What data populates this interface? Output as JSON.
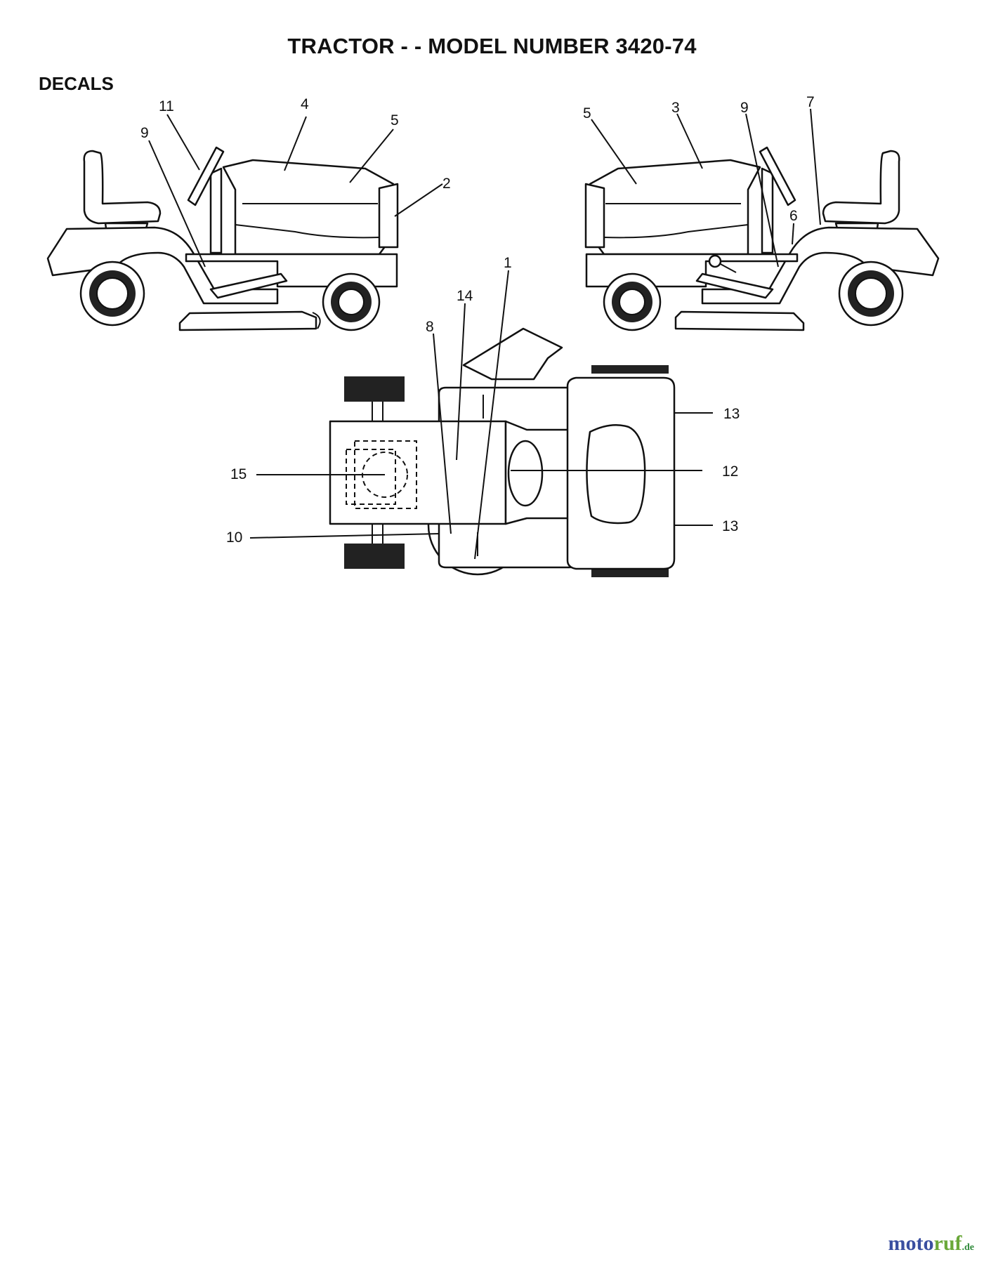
{
  "title": "TRACTOR - - MODEL NUMBER 3420-74",
  "section": "DECALS",
  "callouts": {
    "left_view": [
      "11",
      "4",
      "5",
      "9",
      "2"
    ],
    "right_view": [
      "5",
      "3",
      "9",
      "7",
      "6"
    ],
    "top_view": [
      "1",
      "14",
      "8",
      "13",
      "12",
      "13",
      "15",
      "10"
    ]
  },
  "watermark": {
    "part1": "moto",
    "part2": "ruf",
    "suffix": ".de"
  }
}
